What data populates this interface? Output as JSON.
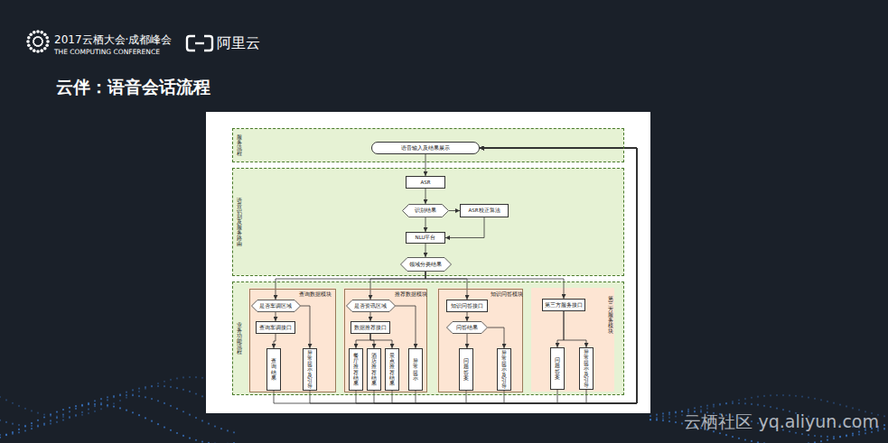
{
  "diagram": {
    "title": "云伴：语音会话流程",
    "nodes": [
      {
        "text": [
          "服务流程"
        ]
      },
      {
        "text": [
          "语音输入及结果展示"
        ],
        "in": 0
      },
      {
        "text": [
          "语音识别及服务路由"
        ]
      },
      {
        "text": [
          "ASR"
        ],
        "in": 2
      },
      {
        "text": [
          "识别结果"
        ],
        "in": 2
      },
      {
        "text": [
          "ASR校正算法"
        ],
        "in": 2
      },
      {
        "text": [
          "NLU平台"
        ],
        "in": 2
      },
      {
        "text": [
          "领域分类结果"
        ],
        "in": 2
      },
      {
        "text": [
          "业务功能流程"
        ]
      },
      {
        "text": [
          "查询数据模块"
        ],
        "in": 8
      },
      {
        "text": [
          "是否车调区域"
        ],
        "in": 9
      },
      {
        "text": [
          "查询车调接口"
        ],
        "in": 9
      },
      {
        "text": [
          "查询结果"
        ],
        "in": 9
      },
      {
        "text": [
          "异常提示及引导"
        ],
        "in": 9
      },
      {
        "text": [
          "推荐数据模块"
        ],
        "in": 8
      },
      {
        "text": [
          "是否资讯区域"
        ],
        "in": 14
      },
      {
        "text": [
          "数据推荐接口"
        ],
        "in": 14
      },
      {
        "text": [
          "餐厅推荐结果"
        ],
        "in": 14
      },
      {
        "text": [
          "酒店推荐结果"
        ],
        "in": 14
      },
      {
        "text": [
          "景点推荐结果"
        ],
        "in": 14
      },
      {
        "text": [
          "异常提示"
        ],
        "in": 14
      },
      {
        "text": [
          "知识问答模块"
        ],
        "in": 8
      },
      {
        "text": [
          "知识问答接口"
        ],
        "in": 21
      },
      {
        "text": [
          "问答结果"
        ],
        "in": 21
      },
      {
        "text": [
          "问题答案"
        ],
        "in": 21
      },
      {
        "text": [
          "异常提示及引导"
        ],
        "in": 21
      },
      {
        "text": [
          "第三方服务模块"
        ],
        "in": 8
      },
      {
        "text": [
          "第三方服务接口"
        ],
        "in": 26
      },
      {
        "text": [
          "问题答案"
        ],
        "in": 26
      },
      {
        "text": [
          "异常提示及引导"
        ],
        "in": 26
      }
    ],
    "edges": [
      {
        "from": 1,
        "to": 3,
        "arrow": "to"
      },
      {
        "from": 3,
        "to": 4,
        "arrow": "to"
      },
      {
        "from": 4,
        "to": 5,
        "arrow": "to"
      },
      {
        "from": 5,
        "to": 6,
        "arrow": "to"
      },
      {
        "from": 4,
        "to": 6,
        "arrow": "to"
      },
      {
        "from": 6,
        "to": 7,
        "arrow": "to"
      },
      {
        "from": 7,
        "to": 10,
        "arrow": "to"
      },
      {
        "from": 7,
        "to": 15,
        "arrow": "to"
      },
      {
        "from": 7,
        "to": 22,
        "arrow": "to"
      },
      {
        "from": 7,
        "to": 27,
        "arrow": "to"
      },
      {
        "from": 10,
        "to": 11,
        "arrow": "to"
      },
      {
        "from": 10,
        "to": 13,
        "arrow": "to"
      },
      {
        "from": 11,
        "to": 12,
        "arrow": "to"
      },
      {
        "from": 15,
        "to": 16,
        "arrow": "to"
      },
      {
        "from": 15,
        "to": 20,
        "arrow": "to"
      },
      {
        "from": 16,
        "to": 17,
        "arrow": "to"
      },
      {
        "from": 16,
        "to": 18,
        "arrow": "to"
      },
      {
        "from": 16,
        "to": 19,
        "arrow": "to"
      },
      {
        "from": 22,
        "to": 23,
        "arrow": "to"
      },
      {
        "from": 23,
        "to": 24,
        "arrow": "to"
      },
      {
        "from": 23,
        "to": 25,
        "arrow": "to"
      },
      {
        "from": 27,
        "to": 28,
        "arrow": "to"
      },
      {
        "from": 27,
        "to": 29,
        "arrow": "to"
      },
      {
        "from": 12,
        "to": 1,
        "arrow": "to"
      },
      {
        "from": 13,
        "to": 1,
        "arrow": "to"
      },
      {
        "from": 17,
        "to": 1,
        "arrow": "to"
      },
      {
        "from": 18,
        "to": 1,
        "arrow": "to"
      },
      {
        "from": 19,
        "to": 1,
        "arrow": "to"
      },
      {
        "from": 20,
        "to": 1,
        "arrow": "to"
      },
      {
        "from": 24,
        "to": 1,
        "arrow": "to"
      },
      {
        "from": 25,
        "to": 1,
        "arrow": "to"
      },
      {
        "from": 28,
        "to": 1,
        "arrow": "to"
      },
      {
        "from": 29,
        "to": 1,
        "arrow": "to"
      }
    ],
    "labels": [
      "2017云栖大会·成都峰会",
      "THE COMPUTING CONFERENCE",
      "阿里云",
      "云栖社区 yq.aliyun.com"
    ]
  }
}
